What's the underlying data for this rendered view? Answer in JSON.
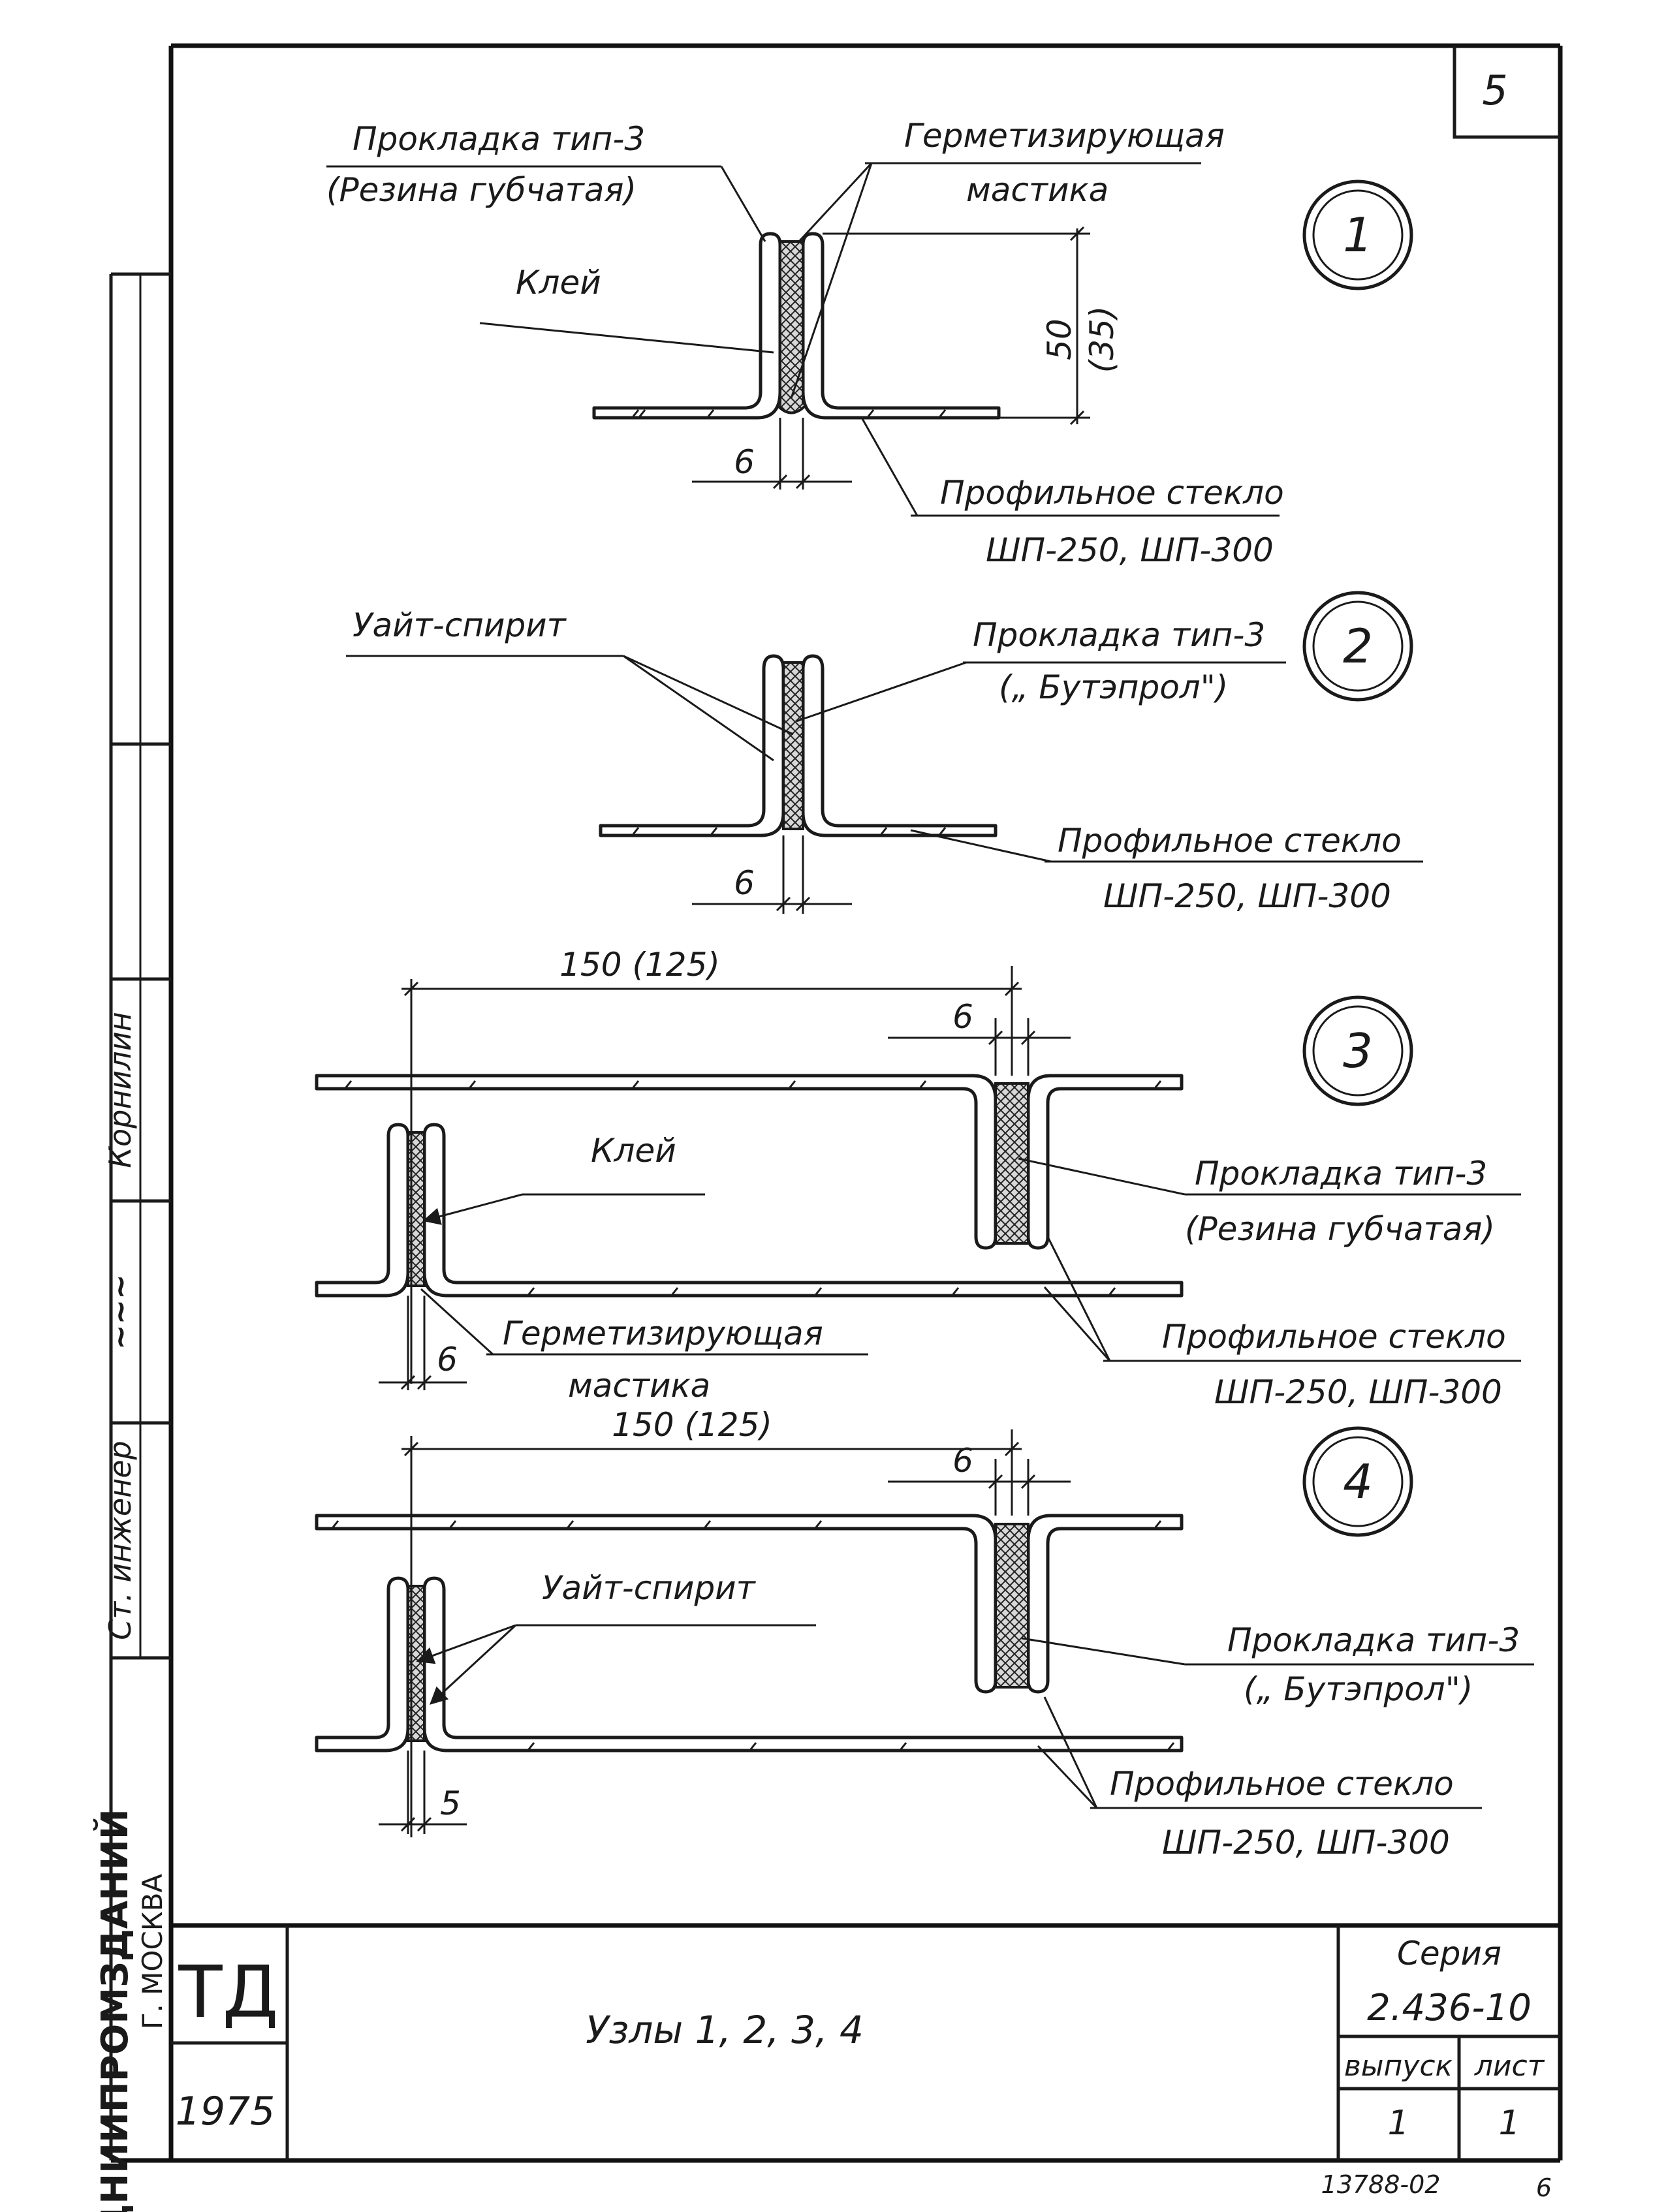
{
  "sheet_number": "5",
  "nodes": [
    {
      "number": "1",
      "labels": {
        "gasket_line1": "Прокладка тип-3",
        "gasket_line2": "(Резина губчатая)",
        "sealant_line1": "Герметизирующая",
        "sealant_line2": "мастика",
        "glue": "Клей",
        "glass_line1": "Профильное стекло",
        "glass_line2": "ШП-250, ШП-300"
      },
      "dims": {
        "height": "50",
        "height_alt": "(35)",
        "gap": "6"
      }
    },
    {
      "number": "2",
      "labels": {
        "spirit": "Уайт-спирит",
        "gasket_line1": "Прокладка тип-3",
        "gasket_line2": "(„ Бутэпрол\")",
        "glass_line1": "Профильное стекло",
        "glass_line2": "ШП-250, ШП-300"
      },
      "dims": {
        "gap": "6"
      }
    },
    {
      "number": "3",
      "labels": {
        "glue": "Клей",
        "gasket_line1": "Прокладка тип-3",
        "gasket_line2": "(Резина губчатая)",
        "sealant_line1": "Герметизирующая",
        "sealant_line2": "мастика",
        "glass_line1": "Профильное стекло",
        "glass_line2": "ШП-250, ШП-300"
      },
      "dims": {
        "span": "150 (125)",
        "gap_top": "6",
        "gap_bottom": "6"
      }
    },
    {
      "number": "4",
      "labels": {
        "spirit": "Уайт-спирит",
        "gasket_line1": "Прокладка тип-3",
        "gasket_line2": "(„ Бутэпрол\")",
        "glass_line1": "Профильное стекло",
        "glass_line2": "ШП-250, ШП-300"
      },
      "dims": {
        "span": "150 (125)",
        "gap_top": "6",
        "gap_bottom": "5"
      }
    }
  ],
  "side_strip": {
    "org_line1": "ЦНИИПРОМЗДАНИЙ",
    "org_line2": "Г. МОСКВА",
    "role": "Ст. инженер",
    "signature": "подпись",
    "name": "Корнилин"
  },
  "title_block": {
    "stamp": "ТД",
    "year": "1975",
    "title": "Узлы 1, 2, 3, 4",
    "series_label": "Серия",
    "series_value": "2.436-10",
    "issue_label": "выпуск",
    "issue_value": "1",
    "sheet_label": "лист",
    "sheet_value": "1"
  },
  "footer": {
    "code": "13788-02",
    "page": "6"
  }
}
